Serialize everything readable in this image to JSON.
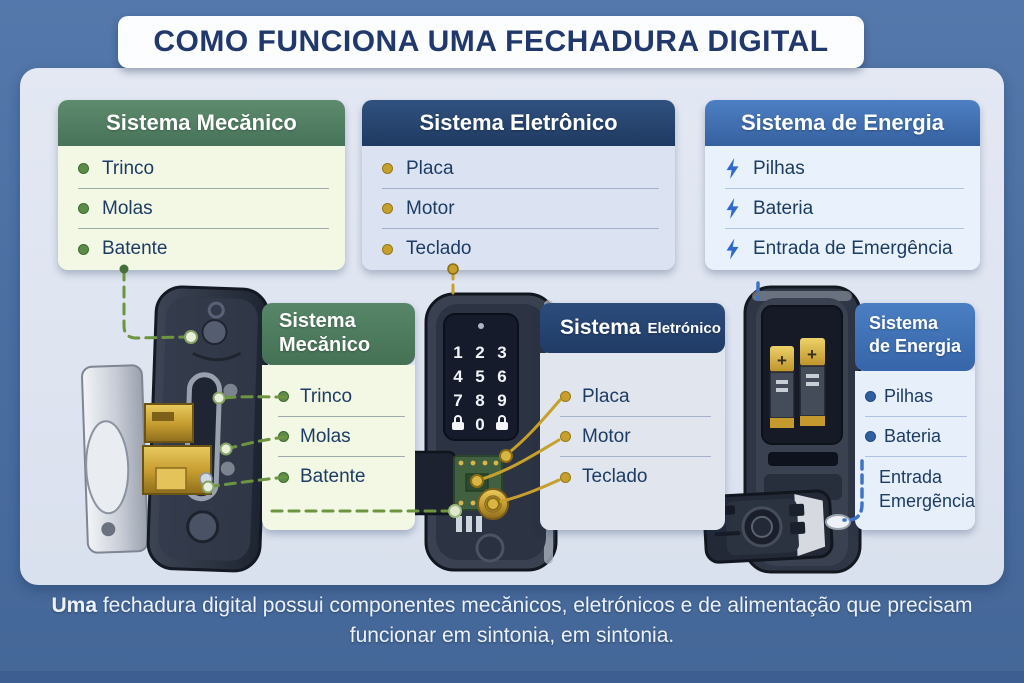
{
  "title": "COMO FUNCIONA UMA FECHADURA DIGITAL",
  "cards": {
    "mechanical": {
      "title": "Sistema Mecănico",
      "items": [
        "Trinco",
        "Molas",
        "Batente"
      ]
    },
    "electronic": {
      "title": "Sistema Eletrônico",
      "items": [
        "Placa",
        "Motor",
        "Teclado"
      ]
    },
    "energy": {
      "title": "Sistema de Energia",
      "items": [
        "Pilhas",
        "Bateria",
        "Entrada de Emergência"
      ]
    }
  },
  "detail_cards": {
    "mechanical": {
      "title_line1": "Sistema",
      "title_line2": "Mecănico",
      "items": [
        "Trinco",
        "Molas",
        "Batente"
      ]
    },
    "electronic": {
      "title_main": "Sistema",
      "title_sub": "Eletrónico",
      "items": [
        "Placa",
        "Motor",
        "Teclado"
      ]
    },
    "energy": {
      "title_line1": "Sistema",
      "title_line2": "de Energia",
      "items": [
        "Pilhas",
        "Bateria"
      ],
      "emergency_line1": "Entrada",
      "emergency_line2": "Emergẽncia"
    }
  },
  "keypad": {
    "digits": [
      "1",
      "2",
      "3",
      "4",
      "5",
      "6",
      "7",
      "8",
      "9",
      "0"
    ]
  },
  "battery": {
    "plus": "+"
  },
  "footer": {
    "lead": "Uma",
    "line1_rest": " fechadura digital possui componentes mecănicos, eletrónicos e de alimentação que precisam",
    "line2": "funcionar em sintonia, em sintonia."
  },
  "colors": {
    "background_blue": "#4a6da0",
    "panel_light": "#dde3ef",
    "header_green": "#4f7d63",
    "header_navy": "#24406e",
    "header_blue": "#3e6cb4",
    "bullet_green": "#5c8c49",
    "bullet_gold": "#c79f2b",
    "bullet_blue": "#2f5f9e",
    "bolt_blue": "#2d6ccc",
    "text_navy": "#1d3c64"
  }
}
